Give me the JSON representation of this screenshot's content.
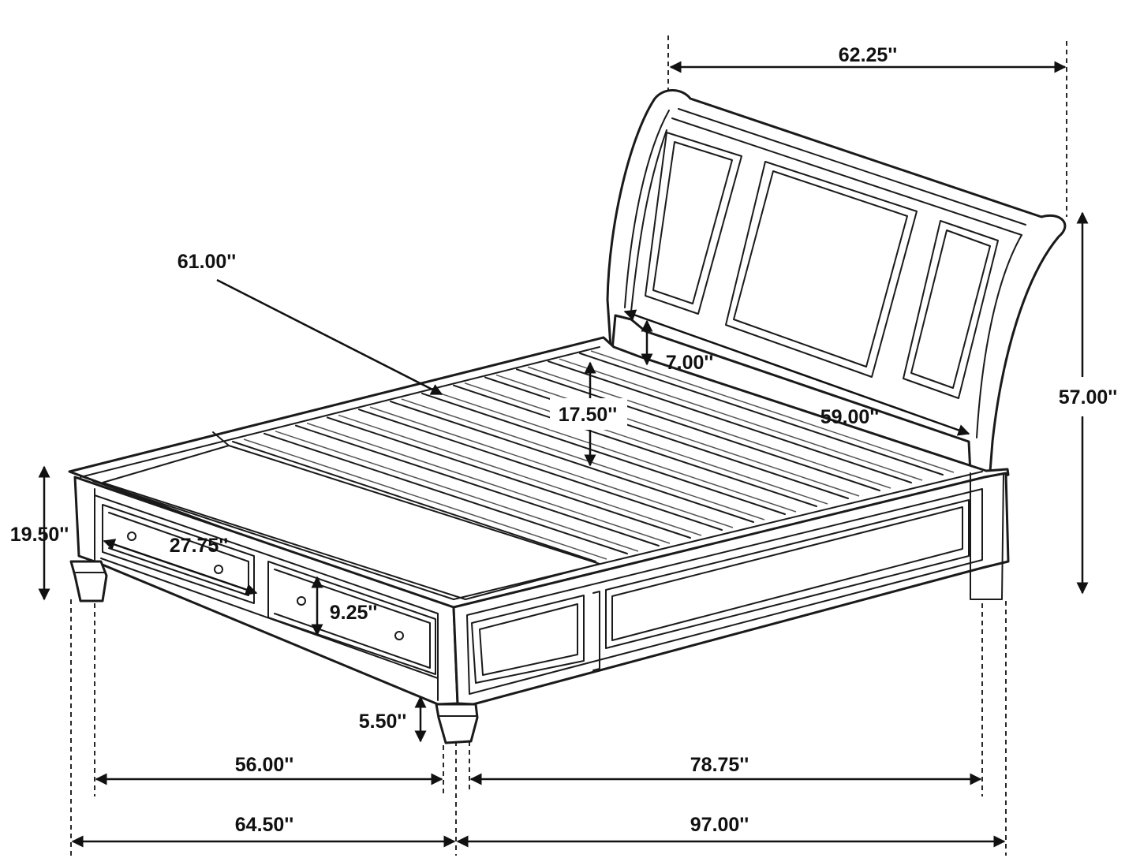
{
  "diagram": {
    "subject": "sleigh storage bed dimension drawing",
    "dimensions": {
      "headboard_width": "62.25''",
      "headboard_height": "57.00''",
      "inner_width": "61.00''",
      "headboard_gap": "7.00''",
      "rail_clearance": "17.50''",
      "side_rail_length": "59.00''",
      "footboard_height": "19.50''",
      "drawer_width": "27.75''",
      "drawer_height": "9.25''",
      "leg_height": "5.50''",
      "front_inner_width": "56.00''",
      "side_inner_length": "78.75''",
      "overall_width": "64.50''",
      "overall_length": "97.00''"
    }
  }
}
